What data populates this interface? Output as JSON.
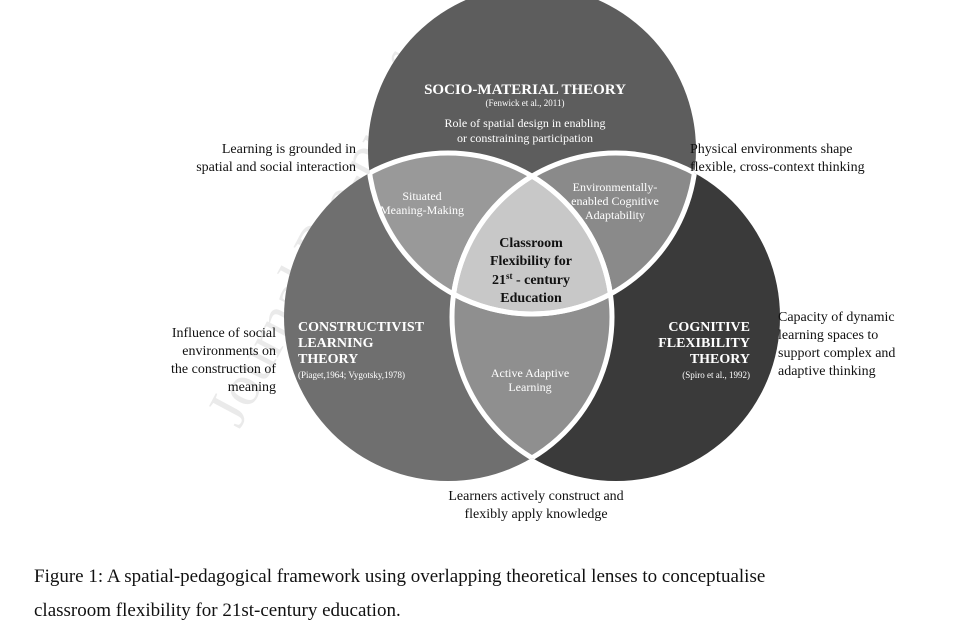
{
  "watermark": "Journal Pre-proof",
  "circles": {
    "top": {
      "title": "SOCIO-MATERIAL THEORY",
      "citation": "(Fenwick et al., 2011)",
      "description": [
        "Role of spatial design in enabling",
        "or constraining participation"
      ],
      "color": "#5d5d5d"
    },
    "left": {
      "title": [
        "CONSTRUCTIVIST",
        "LEARNING",
        "THEORY"
      ],
      "citation": "(Piaget,1964; Vygotsky,1978)",
      "color": "#6f6f6f"
    },
    "right": {
      "title": [
        "COGNITIVE",
        "FLEXIBILITY",
        "THEORY"
      ],
      "citation": "(Spiro et al., 1992)",
      "color": "#3a3a3a"
    }
  },
  "overlaps": {
    "top_left": [
      "Situated",
      "Meaning-Making"
    ],
    "top_right": [
      "Environmentally-",
      "enabled Cognitive",
      "Adaptability"
    ],
    "bottom": [
      "Active Adaptive",
      "Learning"
    ],
    "center": {
      "line1": "Classroom",
      "line2": "Flexibility for",
      "line3_num": "21",
      "line3_sup": "st",
      "line3_rest": " - century",
      "line4": "Education"
    }
  },
  "annotations": {
    "top_left": [
      "Learning is grounded in",
      "spatial and social interaction"
    ],
    "top_right": [
      "Physical environments shape",
      "flexible, cross-context thinking"
    ],
    "left": [
      "Influence of social",
      "environments on",
      "the construction of",
      "meaning"
    ],
    "right": [
      "Capacity of dynamic",
      "learning spaces to",
      "support complex and",
      "adaptive thinking"
    ],
    "bottom": [
      "Learners actively construct and",
      "flexibly apply knowledge"
    ]
  },
  "caption": {
    "line1": "Figure 1: A spatial-pedagogical framework using overlapping theoretical lenses to conceptualise",
    "line2": "classroom flexibility for 21st-century education."
  }
}
